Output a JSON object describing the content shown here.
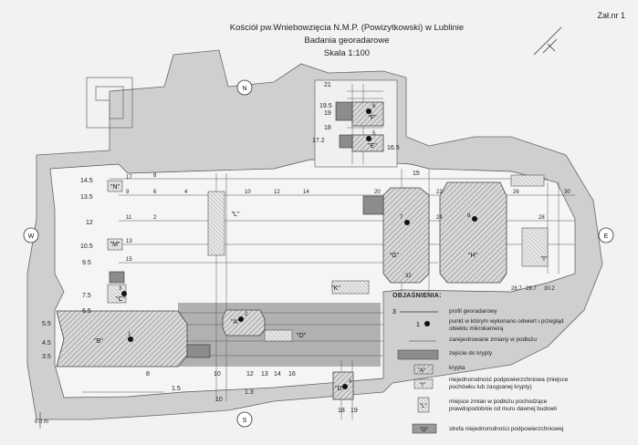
{
  "attachment": "Zał.nr 1",
  "title": {
    "line1": "Kościół pw.Wniebowzięcia N.M.P. (Powizytkowski)  w Lublinie",
    "line2": "Badania georadarowe",
    "line3": "Skala 1:100"
  },
  "compass": {
    "north": "N",
    "south": "S",
    "west": "W",
    "east": "E"
  },
  "scale_zero": "0.0 m",
  "legend": {
    "heading": "OBJAŚNIENIA:",
    "items": [
      {
        "symbol": "3",
        "text": "profil georadarowy"
      },
      {
        "symbol": "1",
        "text": "punkt w którym wykonano odwiert i przegląd obiektu mikrokamerą"
      },
      {
        "symbol": "",
        "text": "zarejestrowane zmiany w podłożu"
      },
      {
        "symbol": "",
        "text": "zejście do krypty"
      },
      {
        "symbol": "\"A\"",
        "text": "krypta"
      },
      {
        "symbol": "\"I\"",
        "text": "niejednorodność podpowierzchniowa (miejsce pochówku lub zasypanej krypty)"
      },
      {
        "symbol": "\"L\"",
        "text": "miejsce zmian w podłożu pochodzące prawdopodobnie od muru dawnej budowli"
      },
      {
        "symbol": "\"O\"",
        "text": "strefa niejednorodności podpowierzchniowej"
      }
    ]
  },
  "zones": {
    "A": "\"A\"",
    "B": "\"B\"",
    "C": "\"C\"",
    "D": "\"D\"",
    "E": "\"E\"",
    "F": "\"F\"",
    "G": "\"G\"",
    "H": "\"H\"",
    "I": "\"I\"",
    "K": "\"K\"",
    "L": "\"L\"",
    "M": "\"M\"",
    "N": "\"N\"",
    "O": "\"O\""
  },
  "points": [
    "1",
    "2",
    "3",
    "4",
    "5",
    "6",
    "7",
    "8"
  ],
  "row_labels_left": [
    "14.5",
    "13.5",
    "12",
    "10.5",
    "9.5",
    "7.5",
    "6.5",
    "5.5",
    "4.5",
    "3.5"
  ],
  "row_labels_top": [
    "21",
    "19.5",
    "19",
    "18",
    "17.2",
    "16.5",
    "15"
  ],
  "bottom_labels": [
    "8",
    "10",
    "12",
    "14",
    "16",
    "18",
    "19",
    "10",
    "13",
    "1.5",
    "1.3"
  ],
  "profile_numbers": [
    "8",
    "6",
    "4",
    "2",
    "14",
    "12",
    "10",
    "24",
    "22",
    "20",
    "26",
    "28",
    "30",
    "9",
    "11",
    "13",
    "15",
    "17",
    "29.7",
    "30.2",
    "28.7",
    "32"
  ]
}
